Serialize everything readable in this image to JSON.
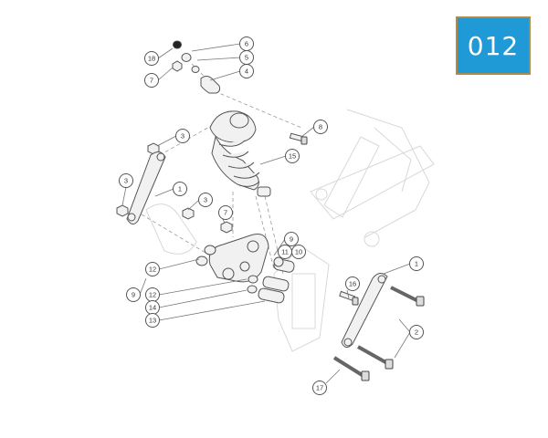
{
  "badge": {
    "label": "012",
    "bg_color": "#1f9ad6",
    "border_color": "#b08a4a"
  },
  "callouts": [
    "18",
    "7",
    "6",
    "5",
    "4",
    "8",
    "3",
    "15",
    "3",
    "1",
    "3",
    "7",
    "9",
    "11",
    "10",
    "12",
    "9",
    "12",
    "14",
    "13",
    "16",
    "1",
    "2",
    "17"
  ]
}
